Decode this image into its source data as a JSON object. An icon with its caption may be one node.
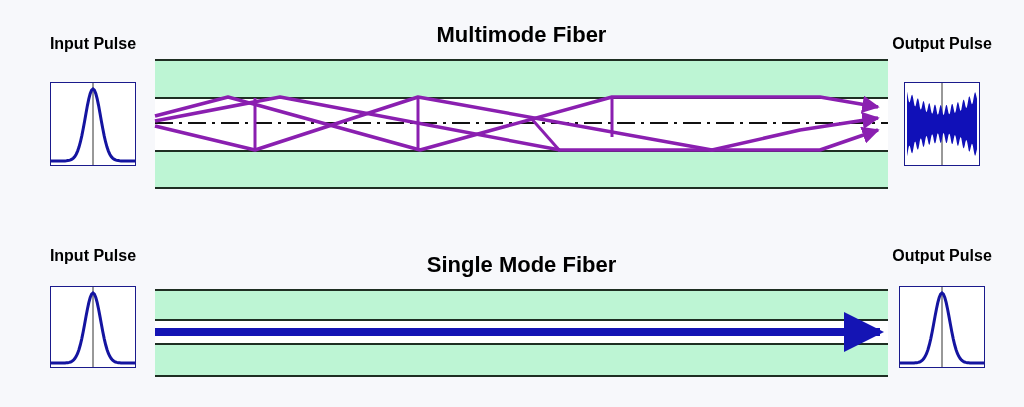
{
  "diagram": {
    "nodes": [
      {
        "text": [
          "Input Pulse"
        ]
      },
      {
        "text": [
          "Multimode Fiber"
        ]
      },
      {
        "text": [
          "Output Pulse"
        ]
      },
      {
        "text": [
          "Input Pulse"
        ]
      },
      {
        "text": [
          "Single Mode Fiber"
        ]
      },
      {
        "text": [
          "Output Pulse"
        ]
      }
    ],
    "edges": [
      {
        "from": 1,
        "to": 2,
        "arrow": "to"
      },
      {
        "from": 1,
        "to": 2,
        "arrow": "to"
      },
      {
        "from": 1,
        "to": 2,
        "arrow": "to"
      },
      {
        "from": 4,
        "to": 5,
        "arrow": "to",
        "style": "thick",
        "color": "#1414b4"
      }
    ]
  }
}
